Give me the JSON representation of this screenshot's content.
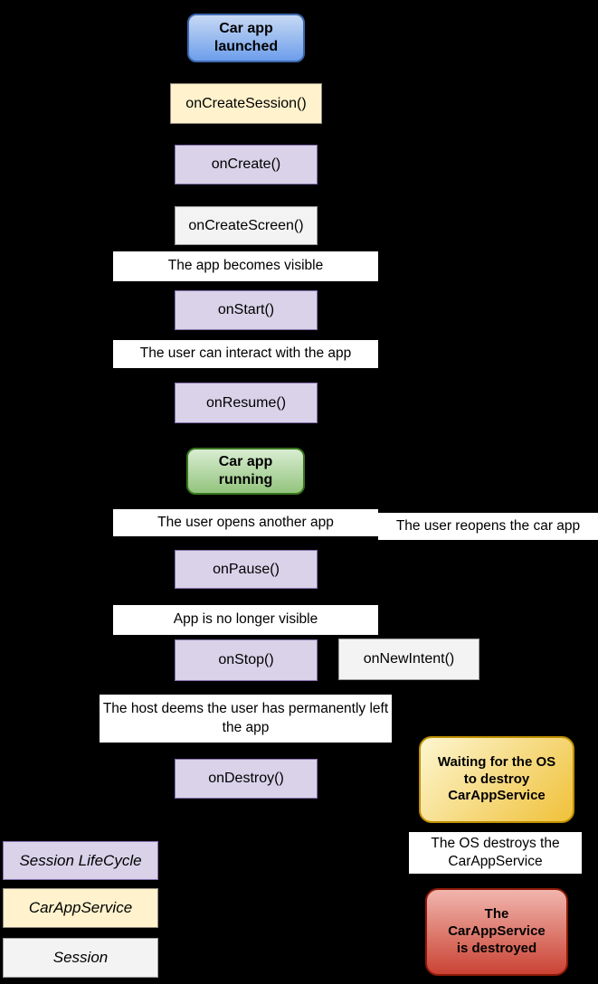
{
  "diagram_title": "Car app lifecycle flowchart",
  "palette": {
    "background": "#000000",
    "purple-fill": "#d9d2e9",
    "purple-border": "#8571ad",
    "yellow-fill": "#fff2cc",
    "gray-fill": "#f3f3f3",
    "gray-border": "#8f8b80",
    "gray-border2": "#9b9b9b",
    "note-fill": "#ffffff",
    "blue-grad-top": "#c7d9f4",
    "blue-grad-bottom": "#6d9eeb",
    "blue-border": "#3d68ad",
    "green-grad-top": "#d9edd2",
    "green-grad-bottom": "#93c47d",
    "green-border": "#38761d",
    "gold-grad-top": "#fdf6d0",
    "gold-grad-bottom": "#f0c139",
    "gold-border": "#bf9000",
    "red-grad-top": "#f1b5ad",
    "red-grad-bottom": "#ca4334",
    "red-border": "#8c1a07"
  },
  "nodes": {
    "car_app_launched": {
      "label": "Car app\nlaunched",
      "kind": "terminal-blue"
    },
    "on_create_session": {
      "label": "onCreateSession()",
      "kind": "carappservice"
    },
    "on_create": {
      "label": "onCreate()",
      "kind": "session-lifecycle"
    },
    "on_create_screen": {
      "label": "onCreateScreen()",
      "kind": "session"
    },
    "note_app_becomes_visible": {
      "label": "The app becomes visible",
      "kind": "note"
    },
    "on_start": {
      "label": "onStart()",
      "kind": "session-lifecycle"
    },
    "note_user_can_interact": {
      "label": "The user can interact with the app",
      "kind": "note"
    },
    "on_resume": {
      "label": "onResume()",
      "kind": "session-lifecycle"
    },
    "car_app_running": {
      "label": "Car app\nrunning",
      "kind": "terminal-green"
    },
    "note_user_opens_another_app": {
      "label": "The user opens another app",
      "kind": "note"
    },
    "note_user_reopens_car_app": {
      "label": "The user reopens the car app",
      "kind": "note"
    },
    "on_pause": {
      "label": "onPause()",
      "kind": "session-lifecycle"
    },
    "note_app_no_longer_visible": {
      "label": "App is no longer visible",
      "kind": "note"
    },
    "on_stop": {
      "label": "onStop()",
      "kind": "session-lifecycle"
    },
    "on_new_intent": {
      "label": "onNewIntent()",
      "kind": "session"
    },
    "note_host_deems": {
      "label": "The host deems the user has permanently left the app",
      "kind": "note"
    },
    "on_destroy": {
      "label": "onDestroy()",
      "kind": "session-lifecycle"
    },
    "waiting_os_destroy": {
      "label": "Waiting for the OS\nto destroy\nCarAppService",
      "kind": "terminal-yellow"
    },
    "note_os_destroys": {
      "label": "The OS destroys the CarAppService",
      "kind": "note"
    },
    "car_app_service_destroyed": {
      "label": "The\nCarAppService\nis destroyed",
      "kind": "terminal-red"
    }
  },
  "legend": {
    "session_lifecycle": {
      "label": "Session LifeCycle",
      "color": "#d9d2e9"
    },
    "car_app_service": {
      "label": "CarAppService",
      "color": "#fff2cc"
    },
    "session": {
      "label": "Session",
      "color": "#f3f3f3"
    }
  }
}
